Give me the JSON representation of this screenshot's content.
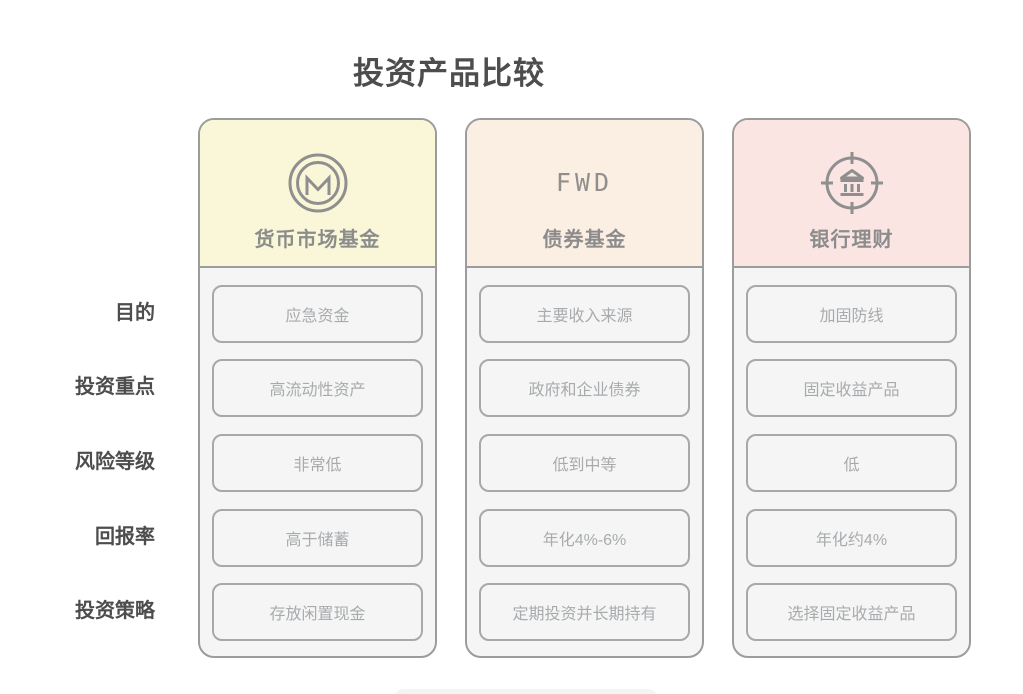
{
  "title": "投资产品比较",
  "row_labels": [
    "目的",
    "投资重点",
    "风险等级",
    "回报率",
    "投资策略"
  ],
  "columns": [
    {
      "name": "货币市场基金",
      "icon": "money-market-coin-m-icon",
      "header_bg": "#faf6d8",
      "cells": [
        "应急资金",
        "高流动性资产",
        "非常低",
        "高于储蓄",
        "存放闲置现金"
      ]
    },
    {
      "name": "债券基金",
      "icon_text": "FWD",
      "header_bg": "#fbeee2",
      "cells": [
        "主要收入来源",
        "政府和企业债券",
        "低到中等",
        "年化4%-6%",
        "定期投资并长期持有"
      ]
    },
    {
      "name": "银行理财",
      "icon": "bank-target-icon",
      "header_bg": "#fbe5e3",
      "cells": [
        "加固防线",
        "固定收益产品",
        "低",
        "年化约4%",
        "选择固定收益产品"
      ]
    }
  ],
  "colors": {
    "title_text": "#4d4d4d",
    "row_label_text": "#4d4d4d",
    "column_header_text": "#8c8c8c",
    "cell_text": "#a8abad",
    "column_border": "#9c9c9c",
    "cell_border": "#a8a8a8",
    "body_bg": "#f5f5f5",
    "header_bg_money_market": "#faf6d8",
    "header_bg_bond_fund": "#fbeee2",
    "header_bg_bank": "#fbe5e3"
  }
}
